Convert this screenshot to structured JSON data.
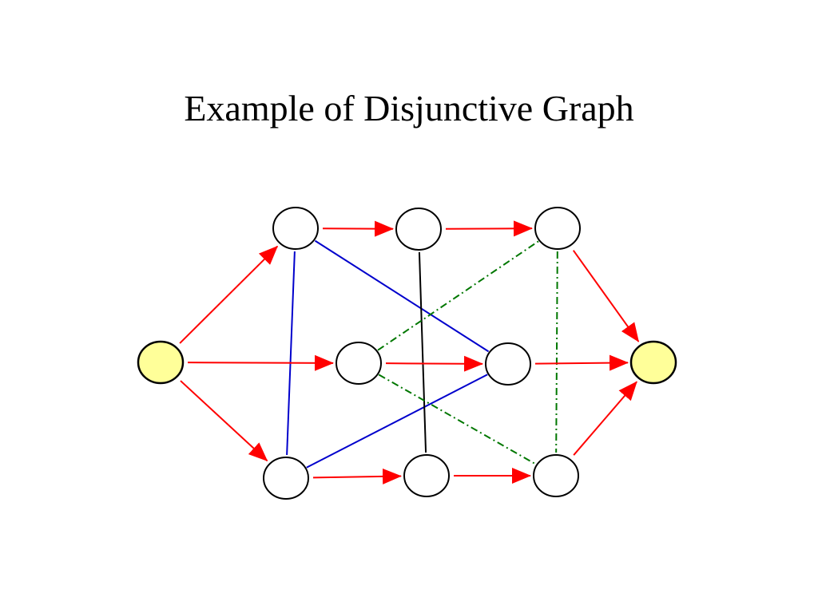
{
  "slide": {
    "title": "Example of Disjunctive Graph"
  },
  "colors": {
    "conjunctive_arc": "#ff0000",
    "disjunctive_machine_1": "#0000cc",
    "disjunctive_machine_2": "#000000",
    "disjunctive_machine_3": "#007700",
    "terminal_node_fill": "#ffff99",
    "operation_node_fill": "#ffffff",
    "node_stroke": "#000000"
  },
  "graph": {
    "nodes": [
      {
        "id": "source",
        "kind": "terminal"
      },
      {
        "id": "op-1-1",
        "kind": "operation"
      },
      {
        "id": "op-1-2",
        "kind": "operation"
      },
      {
        "id": "op-1-3",
        "kind": "operation"
      },
      {
        "id": "op-2-1",
        "kind": "operation"
      },
      {
        "id": "op-2-2",
        "kind": "operation"
      },
      {
        "id": "op-3-1",
        "kind": "operation"
      },
      {
        "id": "op-3-2",
        "kind": "operation"
      },
      {
        "id": "op-3-3",
        "kind": "operation"
      },
      {
        "id": "sink",
        "kind": "terminal"
      }
    ],
    "conjunctive_arcs": [
      {
        "from": "source",
        "to": "op-1-1"
      },
      {
        "from": "source",
        "to": "op-2-1"
      },
      {
        "from": "source",
        "to": "op-3-1"
      },
      {
        "from": "op-1-1",
        "to": "op-1-2"
      },
      {
        "from": "op-1-2",
        "to": "op-1-3"
      },
      {
        "from": "op-1-3",
        "to": "sink"
      },
      {
        "from": "op-2-1",
        "to": "op-2-2"
      },
      {
        "from": "op-2-2",
        "to": "sink"
      },
      {
        "from": "op-3-1",
        "to": "op-3-2"
      },
      {
        "from": "op-3-2",
        "to": "op-3-3"
      },
      {
        "from": "op-3-3",
        "to": "sink"
      }
    ],
    "disjunctive_edges": [
      {
        "a": "op-1-1",
        "b": "op-3-1",
        "style": "solid",
        "color_key": "disjunctive_machine_1"
      },
      {
        "a": "op-1-1",
        "b": "op-2-2",
        "style": "solid",
        "color_key": "disjunctive_machine_1"
      },
      {
        "a": "op-3-1",
        "b": "op-2-2",
        "style": "solid",
        "color_key": "disjunctive_machine_1"
      },
      {
        "a": "op-1-2",
        "b": "op-3-2",
        "style": "solid",
        "color_key": "disjunctive_machine_2"
      },
      {
        "a": "op-2-1",
        "b": "op-1-3",
        "style": "dash-dot",
        "color_key": "disjunctive_machine_3"
      },
      {
        "a": "op-2-1",
        "b": "op-3-3",
        "style": "dash-dot",
        "color_key": "disjunctive_machine_3"
      },
      {
        "a": "op-1-3",
        "b": "op-3-3",
        "style": "dash-dot",
        "color_key": "disjunctive_machine_3"
      }
    ]
  }
}
